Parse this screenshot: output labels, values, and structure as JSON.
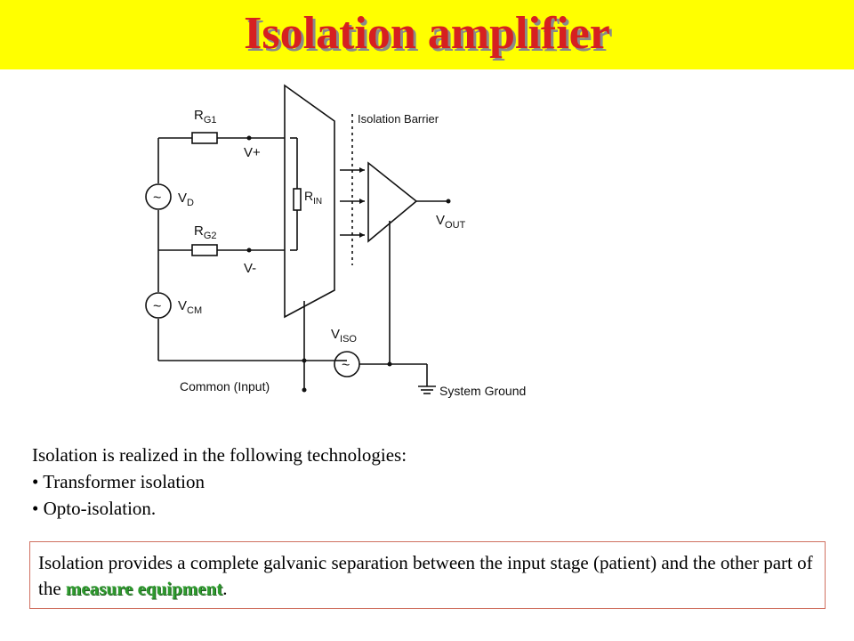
{
  "title": "Isolation amplifier",
  "diagram": {
    "labels": {
      "rg1": "R",
      "rg1_sub": "G1",
      "vplus": "V+",
      "vd": "V",
      "vd_sub": "D",
      "rin": "R",
      "rin_sub": "IN",
      "isolation_barrier": "Isolation Barrier",
      "vout": "V",
      "vout_sub": "OUT",
      "rg2": "R",
      "rg2_sub": "G2",
      "vminus": "V-",
      "vcm": "V",
      "vcm_sub": "CM",
      "viso": "V",
      "viso_sub": "ISO",
      "common_input": "Common (Input)",
      "system_ground": "System Ground",
      "tilde": "~"
    }
  },
  "intro": {
    "heading": "Isolation is realized in the following technologies:",
    "items": [
      "• Transformer isolation",
      "• Opto-isolation."
    ]
  },
  "note": {
    "before": "Isolation provides a complete galvanic separation between the input stage (patient) and the other part of the ",
    "highlight": "measure equipment",
    "after": "."
  },
  "colors": {
    "title_bar": "#ffff00",
    "title_text": "#d62020",
    "highlight": "#2e9b2e",
    "note_border": "#d07060"
  }
}
